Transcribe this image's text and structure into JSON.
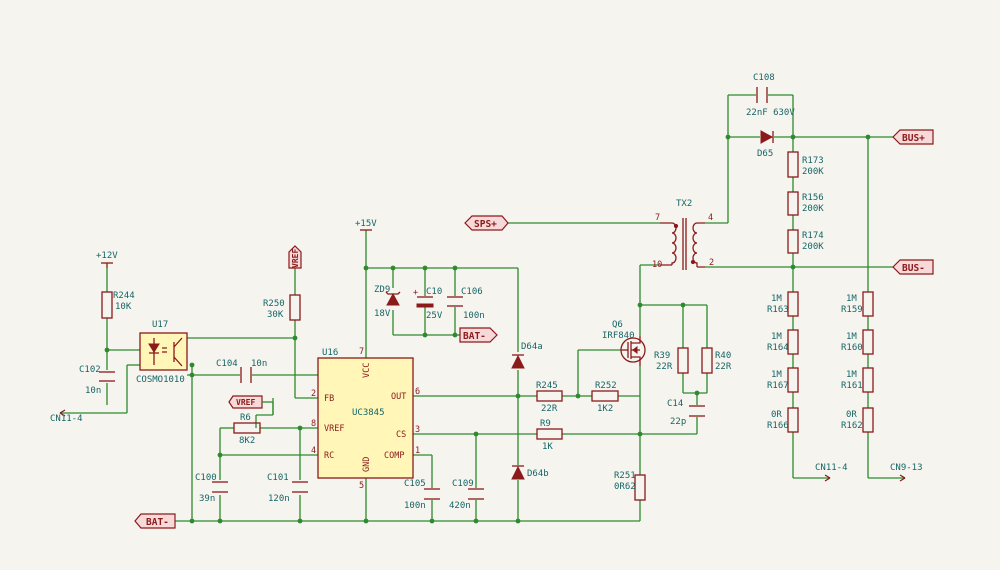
{
  "power": {
    "p12v": "+12V",
    "p15v": "+15V"
  },
  "labels": {
    "vref": "VREF",
    "bat_minus": "BAT-",
    "sps_plus": "SPS+",
    "bus_plus": "BUS+",
    "bus_minus": "BUS-"
  },
  "connectors": {
    "cn11_4": "CN11-4",
    "cn9_13": "CN9-13"
  },
  "u16": {
    "ref": "U16",
    "part": "UC3845",
    "fb": "FB",
    "vref": "VREF",
    "rc": "RC",
    "vcc": "VCC",
    "gnd": "GND",
    "out": "OUT",
    "cs": "CS",
    "comp": "COMP",
    "p1": "1",
    "p2": "2",
    "p3": "3",
    "p4": "4",
    "p5": "5",
    "p6": "6",
    "p7": "7",
    "p8": "8"
  },
  "u17": {
    "ref": "U17",
    "part": "COSMO1010"
  },
  "q6": {
    "ref": "Q6",
    "part": "IRF840"
  },
  "tx2": {
    "ref": "TX2",
    "p7": "7",
    "p10": "10",
    "p4": "4",
    "p2": "2"
  },
  "parts": {
    "r244": {
      "ref": "R244",
      "val": "10K"
    },
    "c102": {
      "ref": "C102",
      "val": "10n"
    },
    "r250": {
      "ref": "R250",
      "val": "30K"
    },
    "c104": {
      "ref": "C104",
      "val": "10n"
    },
    "r6": {
      "ref": "R6",
      "val": "8K2"
    },
    "c100": {
      "ref": "C100",
      "val": "39n"
    },
    "c101": {
      "ref": "C101",
      "val": "120n"
    },
    "zd9": {
      "ref": "ZD9",
      "val": "18V"
    },
    "c10": {
      "ref": "C10",
      "val": "25V"
    },
    "c106": {
      "ref": "C106",
      "val": "100n"
    },
    "d64a": {
      "ref": "D64a"
    },
    "d64b": {
      "ref": "D64b"
    },
    "r245": {
      "ref": "R245",
      "val": "22R"
    },
    "r252": {
      "ref": "R252",
      "val": "1K2"
    },
    "r9": {
      "ref": "R9",
      "val": "1K"
    },
    "c105": {
      "ref": "C105",
      "val": "100n"
    },
    "c109": {
      "ref": "C109",
      "val": "420n"
    },
    "r39": {
      "ref": "R39",
      "val": "22R"
    },
    "r40": {
      "ref": "R40",
      "val": "22R"
    },
    "c14": {
      "ref": "C14",
      "val": "22p"
    },
    "r251": {
      "ref": "R251",
      "val": "0R62"
    },
    "c108": {
      "ref": "C108",
      "val": "22nF 630V"
    },
    "d65": {
      "ref": "D65"
    },
    "r173": {
      "ref": "R173",
      "val": "200K"
    },
    "r156": {
      "ref": "R156",
      "val": "200K"
    },
    "r174": {
      "ref": "R174",
      "val": "200K"
    },
    "r163": {
      "ref": "R163",
      "val": "1M"
    },
    "r164": {
      "ref": "R164",
      "val": "1M"
    },
    "r167": {
      "ref": "R167",
      "val": "1M"
    },
    "r166": {
      "ref": "R166",
      "val": "0R"
    },
    "r159": {
      "ref": "R159",
      "val": "1M"
    },
    "r160": {
      "ref": "R160",
      "val": "1M"
    },
    "r161": {
      "ref": "R161",
      "val": "1M"
    },
    "r162": {
      "ref": "R162",
      "val": "0R"
    }
  }
}
